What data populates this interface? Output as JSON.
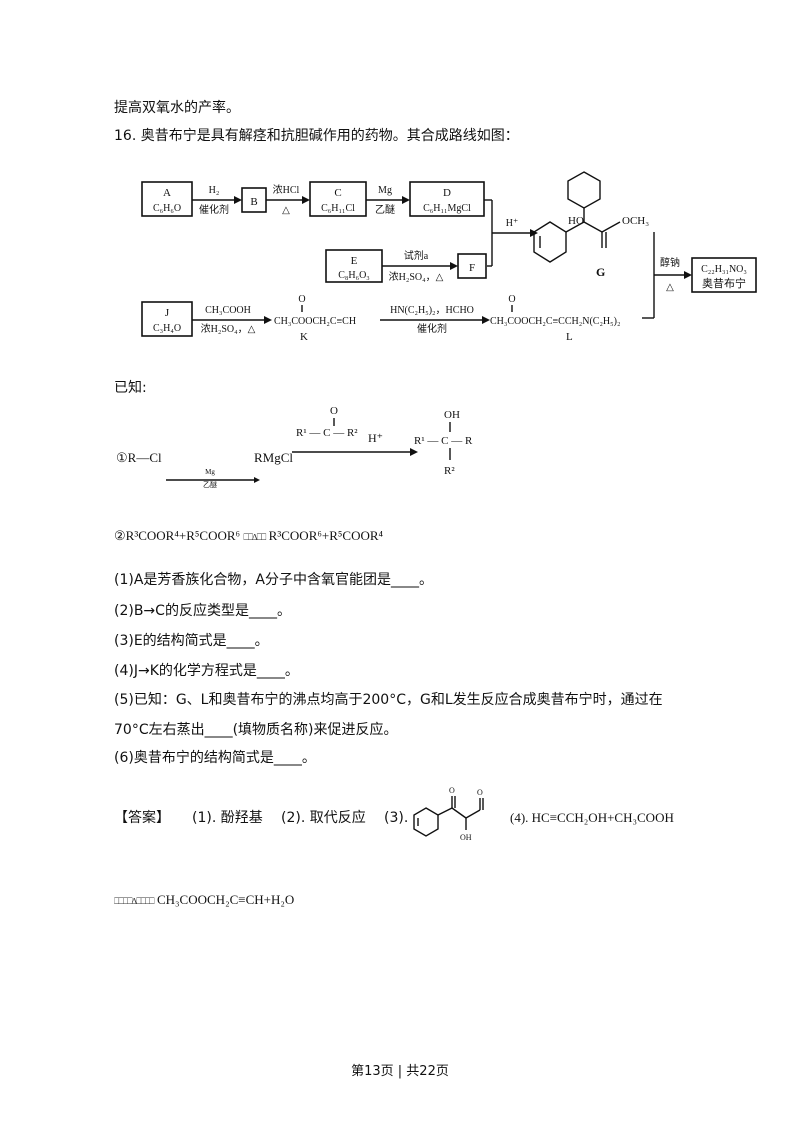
{
  "intro_line": "提高双氧水的产率。",
  "question": {
    "number": "16.",
    "stem": "奥昔布宁是具有解痉和抗胆碱作用的药物。其合成路线如图："
  },
  "scheme": {
    "A": {
      "label": "A",
      "formula": "C₆H₆O"
    },
    "B": {
      "label": "B"
    },
    "C": {
      "label": "C",
      "formula": "C₆H₁₁Cl"
    },
    "D": {
      "label": "D",
      "formula": "C₆H₁₁MgCl"
    },
    "E": {
      "label": "E",
      "formula": "C₈H₆O₃"
    },
    "F": {
      "label": "F"
    },
    "G": {
      "label": "G",
      "oh": "HO",
      "och3": "OCH₃"
    },
    "J": {
      "label": "J",
      "formula": "C₃H₄O"
    },
    "K": {
      "label": "K",
      "formula": "CH₃COOCH₂C≡CH"
    },
    "L": {
      "label": "L",
      "formula": "CH₃COOCH₂C≡CCH₂N(C₂H₅)₂"
    },
    "product": {
      "formula": "C₂₂H₃₁NO₃",
      "name": "奥昔布宁"
    },
    "arrows": {
      "a_top": "H₂",
      "a_bot": "催化剂",
      "b_top": "浓HCl",
      "b_bot": "△",
      "c_top": "Mg",
      "c_bot": "乙醚",
      "e_top": "试剂a",
      "e_bot": "浓H₂SO₄，△",
      "g_top": "H⁺",
      "prod_top": "醇钠",
      "prod_bot": "△",
      "j_top": "CH₃COOH",
      "j_bot": "浓H₂SO₄，△",
      "k_top": "HN(C₂H₅)₂，HCHO",
      "k_bot": "催化剂"
    }
  },
  "known_label": "已知:",
  "known1": {
    "num": "①R—Cl",
    "reagent_top": "Mg",
    "reagent_bot": "乙醚",
    "product": "RMgCl",
    "carbonyl": "R¹ — C — R²",
    "o": "O",
    "acid": "H⁺",
    "alcohol": "R¹ — C — R",
    "oh": "OH",
    "r2": "R²"
  },
  "known2": {
    "left": "②R³COOR⁴+R⁵COOR⁶",
    "right": "R³COOR⁶+R⁵COOR⁴"
  },
  "subquestions": [
    "(1)A是芳香族化合物，A分子中含氧官能团是____。",
    "(2)B→C的反应类型是____。",
    "(3)E的结构简式是____。",
    "(4)J→K的化学方程式是____。",
    "(5)已知：G、L和奥昔布宁的沸点均高于200°C，G和L发生反应合成奥昔布宁时，通过在",
    "70°C左右蒸出____(填物质名称)来促进反应。",
    "(6)奥昔布宁的结构简式是____。"
  ],
  "answer": {
    "label": "【答案】",
    "a1": "(1). 酚羟基",
    "a2": "(2). 取代反应",
    "a3": "(3).",
    "a3_o": "O",
    "a3_oh": "OH",
    "a4": "(4). HC≡CCH₂OH+CH₃COOH",
    "equation": "CH₃COOCH₂C≡CH+H₂O"
  },
  "footer": "第13页 | 共22页"
}
